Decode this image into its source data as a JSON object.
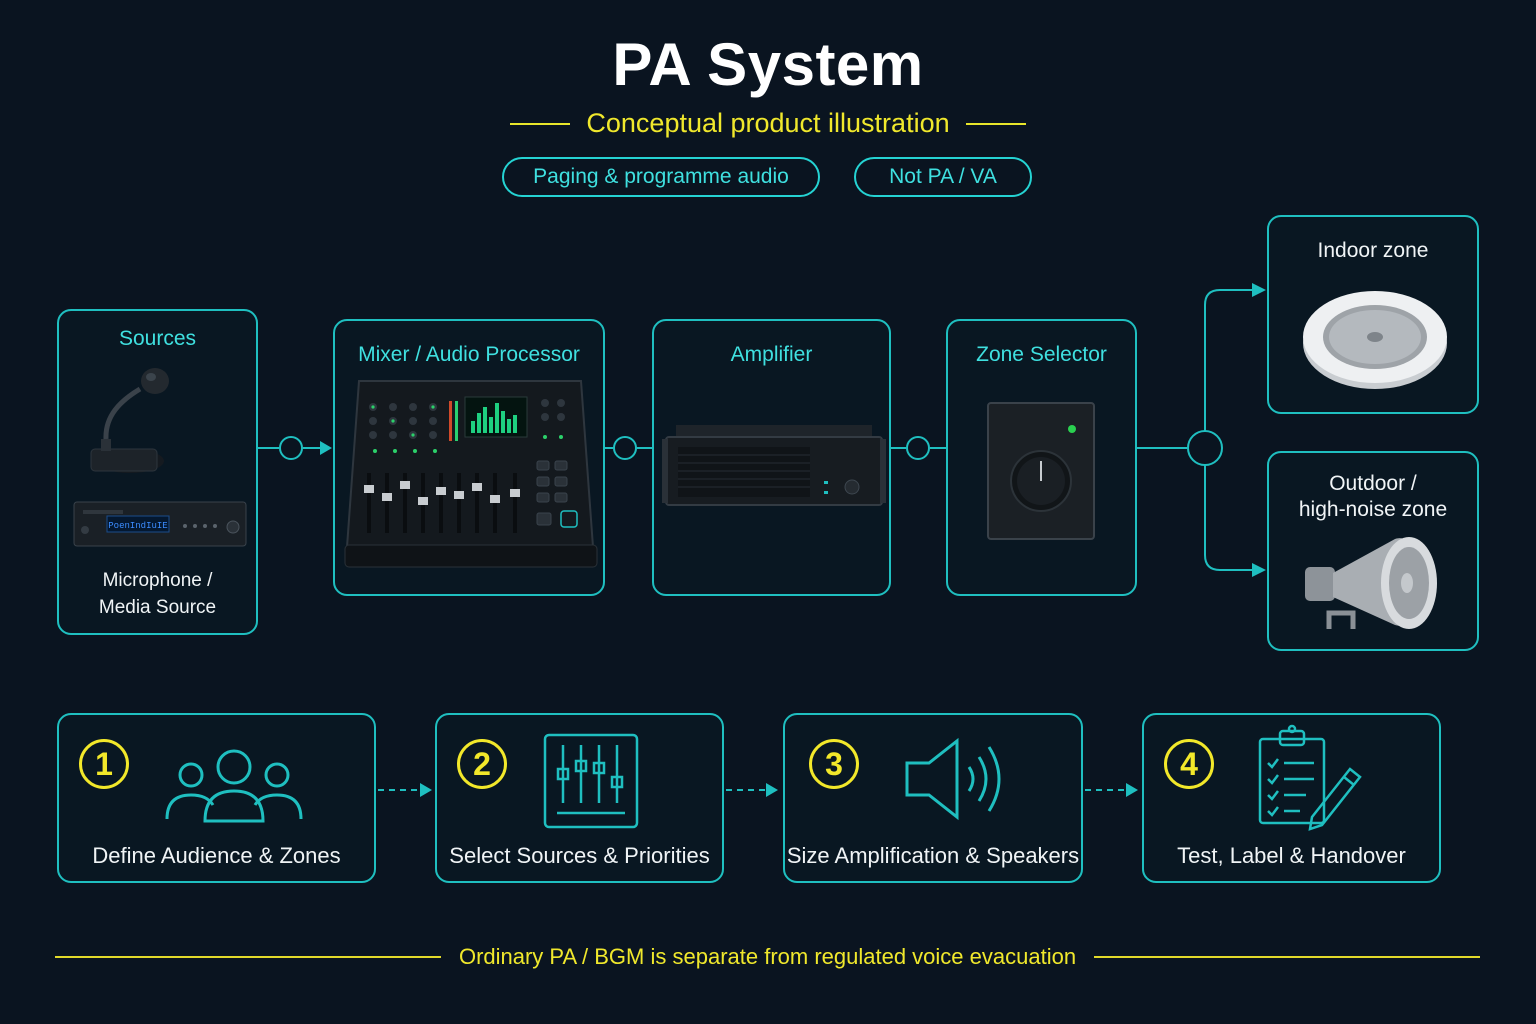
{
  "header": {
    "title": "PA System",
    "subtitle": "Conceptual product illustration",
    "pills": [
      "Paging & programme audio",
      "Not PA / VA"
    ]
  },
  "signal_chain": {
    "sources": {
      "title": "Sources",
      "caption_line1": "Microphone /",
      "caption_line2": "Media Source",
      "display_text": "PoenIndIuIE"
    },
    "mixer": {
      "title": "Mixer / Audio Processor"
    },
    "amplifier": {
      "title": "Amplifier"
    },
    "zone_selector": {
      "title": "Zone Selector"
    },
    "indoor_zone": {
      "title": "Indoor zone"
    },
    "outdoor_zone": {
      "title_line1": "Outdoor /",
      "title_line2": "high-noise zone"
    }
  },
  "steps": [
    {
      "number": "1",
      "label": "Define Audience & Zones",
      "icon": "people-icon"
    },
    {
      "number": "2",
      "label": "Select Sources & Priorities",
      "icon": "sliders-icon"
    },
    {
      "number": "3",
      "label": "Size Amplification & Speakers",
      "icon": "speaker-icon"
    },
    {
      "number": "4",
      "label": "Test, Label & Handover",
      "icon": "checklist-icon"
    }
  ],
  "footer": {
    "note": "Ordinary PA / BGM is separate from regulated voice evacuation"
  },
  "colors": {
    "background": "#0a1420",
    "accent_cyan": "#1fbfc0",
    "accent_yellow": "#f2e82a"
  }
}
